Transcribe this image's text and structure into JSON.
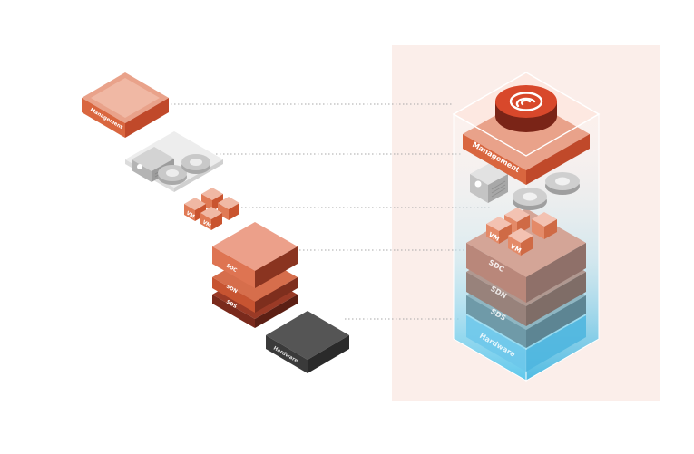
{
  "labels": {
    "management": "Management",
    "vm": "VM",
    "sdc": "SDC",
    "sdn": "SDN",
    "sds": "SDS",
    "hardware": "Hardware"
  },
  "colors": {
    "panel_bg": "#fbeeea",
    "orange_top": "#e9a28a",
    "orange_left": "#d9663f",
    "orange_right": "#c0492a",
    "sdn_left": "#c75431",
    "sds_left": "#7a2a1c",
    "hardware_top": "#555555",
    "hardware_left": "#3a3a3a",
    "grey_light": "#c9c9c9",
    "grey_mid": "#a9a9a9",
    "tower_blue": "#6fd0ee",
    "connector": "#a8a8a8"
  },
  "icons": {
    "brand": "circle-spiral-logo-icon",
    "server": "server-icon",
    "cloud": "cloud-icon"
  }
}
